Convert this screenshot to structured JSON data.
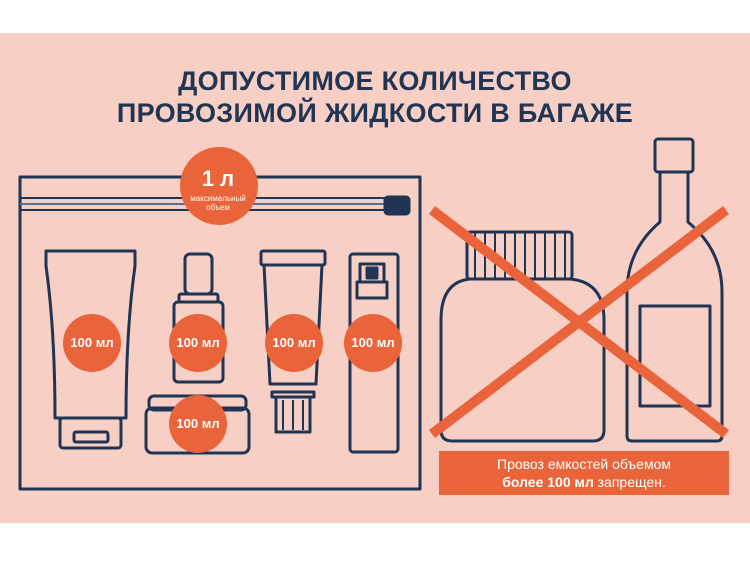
{
  "title": {
    "line1": "ДОПУСТИМОЕ КОЛИЧЕСТВО",
    "line2": "ПРОВОЗИМОЙ ЖИДКОСТИ В БАГАЖЕ"
  },
  "bag": {
    "limit_value": "1 л",
    "limit_caption_line1": "максимальный",
    "limit_caption_line2": "объем"
  },
  "containers": [
    {
      "name": "tube",
      "label": "100 мл"
    },
    {
      "name": "dropper-bottle",
      "label": "100 мл"
    },
    {
      "name": "jar",
      "label": "100 мл"
    },
    {
      "name": "small-tube",
      "label": "100 мл"
    },
    {
      "name": "spray-bottle",
      "label": "100 мл"
    }
  ],
  "warning": {
    "line1": "Провоз емкостей объемом",
    "line2_bold": "более 100 мл",
    "line2_rest": " запрещен."
  },
  "colors": {
    "background": "#f8cfc5",
    "outline": "#1f3553",
    "accent": "#e9643a"
  }
}
